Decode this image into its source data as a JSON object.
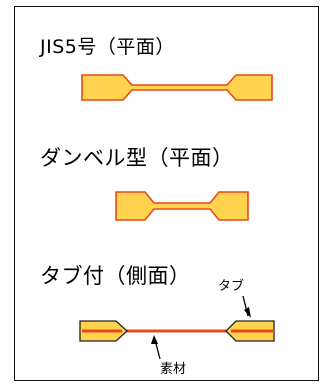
{
  "headings": {
    "jis5": "JIS5号（平面）",
    "dumbbell": "ダンベル型（平面）",
    "tabbed": "タブ付（側面）"
  },
  "labels": {
    "tab": "タブ",
    "material": "素材"
  },
  "colors": {
    "fill": "#ffd34d",
    "outline": "#e8481c",
    "core": "#e8481c",
    "frame": "#111111"
  }
}
